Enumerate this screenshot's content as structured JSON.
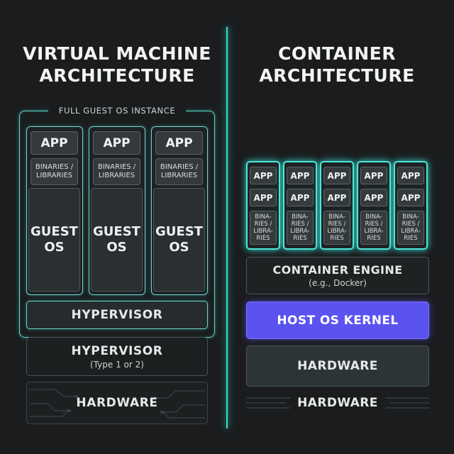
{
  "vm": {
    "title": "VIRTUAL MACHINE\nARCHITECTURE",
    "frame_label": "FULL GUEST OS INSTANCE",
    "columns": [
      {
        "app": "APP",
        "bins": "BINARIES /\nLIBRARIES",
        "guest": "GUEST\nOS"
      },
      {
        "app": "APP",
        "bins": "BINARIES /\nLIBRARIES",
        "guest": "GUEST\nOS"
      },
      {
        "app": "APP",
        "bins": "BINARIES /\nLIBRARIES",
        "guest": "GUEST\nOS"
      }
    ],
    "hypervisor_inner": "HYPERVISOR",
    "hypervisor_outer": "HYPERVISOR",
    "hypervisor_outer_sub": "(Type 1 or 2)",
    "hardware": "HARDWARE"
  },
  "container": {
    "title": "CONTAINER\nARCHITECTURE",
    "columns": [
      {
        "app1": "APP",
        "app2": "APP",
        "bins": "BINA-\nRIES /\nLIBRA-\nRIES"
      },
      {
        "app1": "APP",
        "app2": "APP",
        "bins": "BINA-\nRIES /\nLIBRA-\nRIES"
      },
      {
        "app1": "APP",
        "app2": "APP",
        "bins": "BINA-\nRIES /\nLIBRA-\nRIES"
      },
      {
        "app1": "APP",
        "app2": "APP",
        "bins": "BINA-\nRIES /\nLIBRA-\nRIES"
      },
      {
        "app1": "APP",
        "app2": "APP",
        "bins": "BINA-\nRIES /\nLIBRA-\nRIES"
      }
    ],
    "engine": "CONTAINER ENGINE",
    "engine_sub": "(e.g., Docker)",
    "kernel": "HOST OS KERNEL",
    "hardware_box": "HARDWARE",
    "hardware_base": "HARDWARE"
  },
  "colors": {
    "accent": "#3fe0d2",
    "kernel": "#5b53f0",
    "background": "#1b1c1e"
  }
}
